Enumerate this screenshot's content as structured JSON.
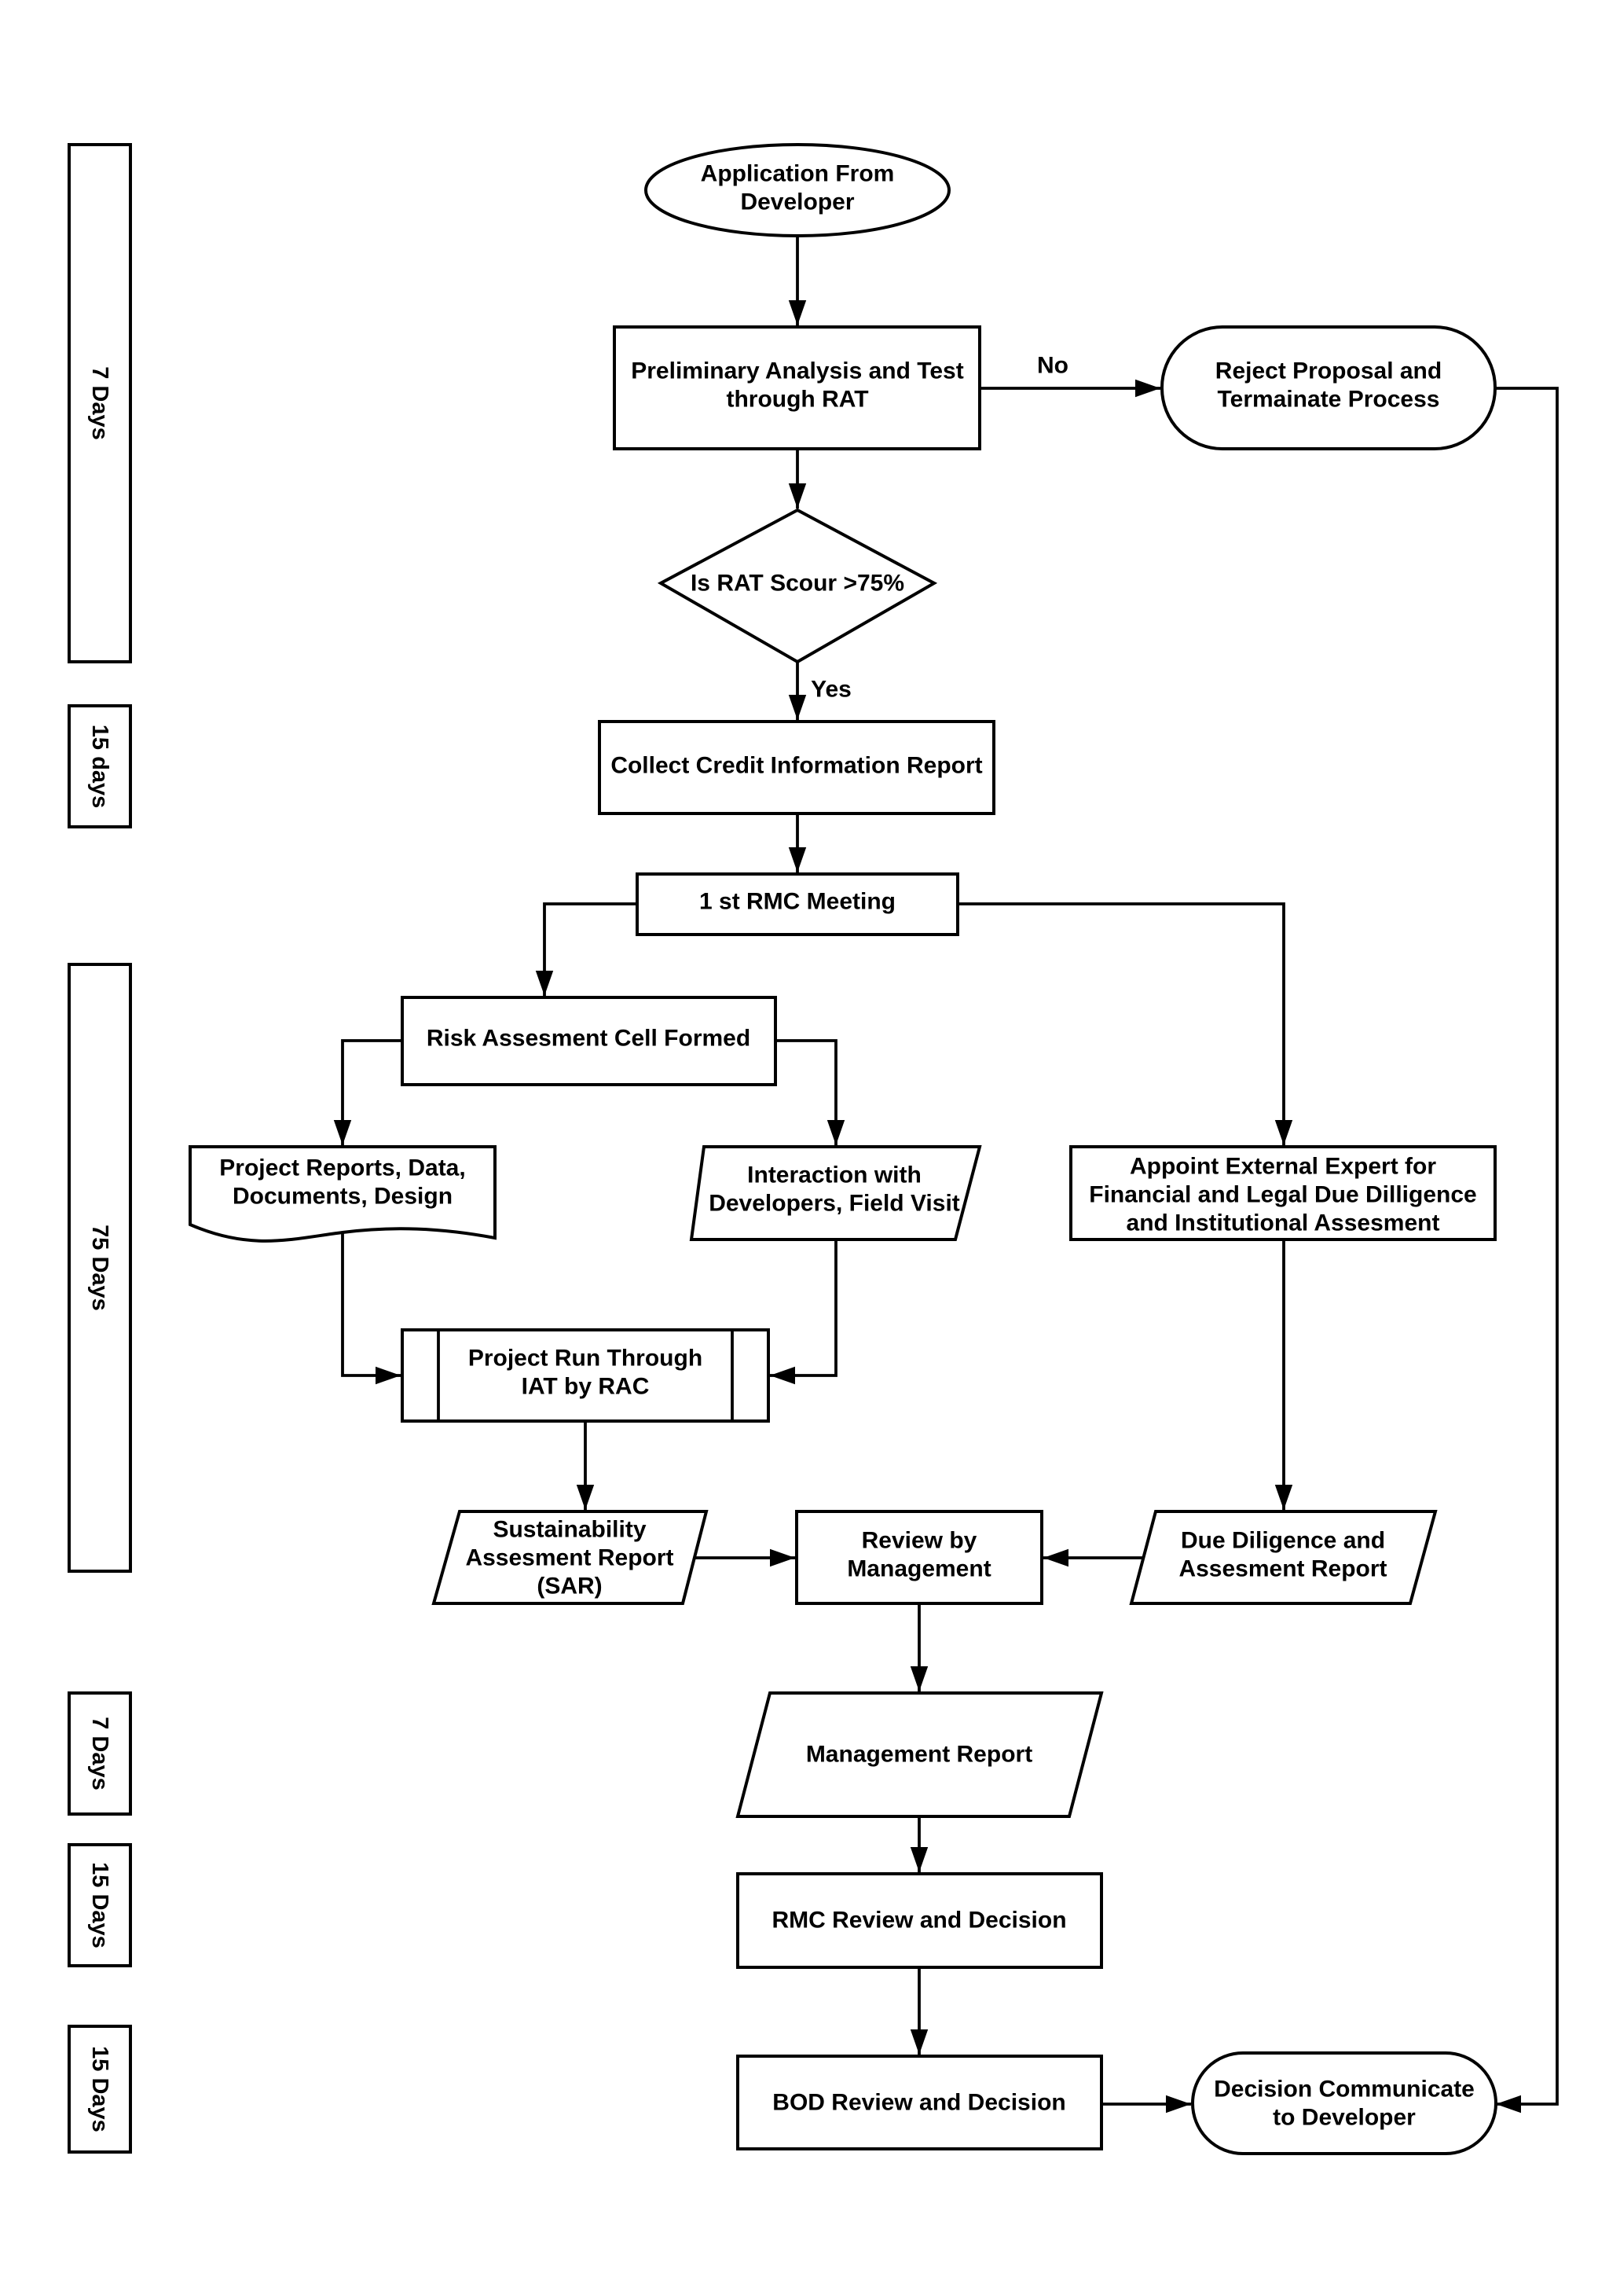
{
  "lanes": [
    {
      "label": "7 Days"
    },
    {
      "label": "15 days"
    },
    {
      "label": "75 Days"
    },
    {
      "label": "7 Days"
    },
    {
      "label": "15 Days"
    },
    {
      "label": "15 Days"
    }
  ],
  "nodes": {
    "application": {
      "lines": [
        "Application From",
        "Developer"
      ]
    },
    "preliminary": {
      "lines": [
        "Preliminary Analysis and Test",
        "through RAT"
      ]
    },
    "reject": {
      "lines": [
        "Reject Proposal and",
        "Termainate Process"
      ]
    },
    "rat_decision": {
      "lines": [
        "Is RAT Scour >75%"
      ]
    },
    "credit_report": {
      "lines": [
        "Collect Credit Information Report"
      ]
    },
    "rmc_meeting": {
      "lines": [
        "1 st RMC Meeting"
      ]
    },
    "risk_cell": {
      "lines": [
        "Risk Assesment Cell Formed"
      ]
    },
    "project_reports": {
      "lines": [
        "Project Reports, Data,",
        "Documents, Design"
      ]
    },
    "interaction": {
      "lines": [
        "Interaction with",
        "Developers, Field Visit"
      ]
    },
    "external_expert": {
      "lines": [
        "Appoint External Expert for",
        "Financial and Legal Due Dilligence",
        "and Institutional Assesment"
      ]
    },
    "iat": {
      "lines": [
        "Project Run Through",
        "IAT by RAC"
      ]
    },
    "sar": {
      "lines": [
        "Sustainability",
        "Assesment Report",
        "(SAR)"
      ]
    },
    "review_mgmt": {
      "lines": [
        "Review by",
        "Management"
      ]
    },
    "due_diligence": {
      "lines": [
        "Due Diligence and",
        "Assesment Report"
      ]
    },
    "mgmt_report": {
      "lines": [
        "Management Report"
      ]
    },
    "rmc_review": {
      "lines": [
        "RMC Review and Decision"
      ]
    },
    "bod_review": {
      "lines": [
        "BOD Review and Decision"
      ]
    },
    "decision_comm": {
      "lines": [
        "Decision Communicate",
        "to Developer"
      ]
    }
  },
  "edge_labels": {
    "no": "No",
    "yes": "Yes"
  }
}
